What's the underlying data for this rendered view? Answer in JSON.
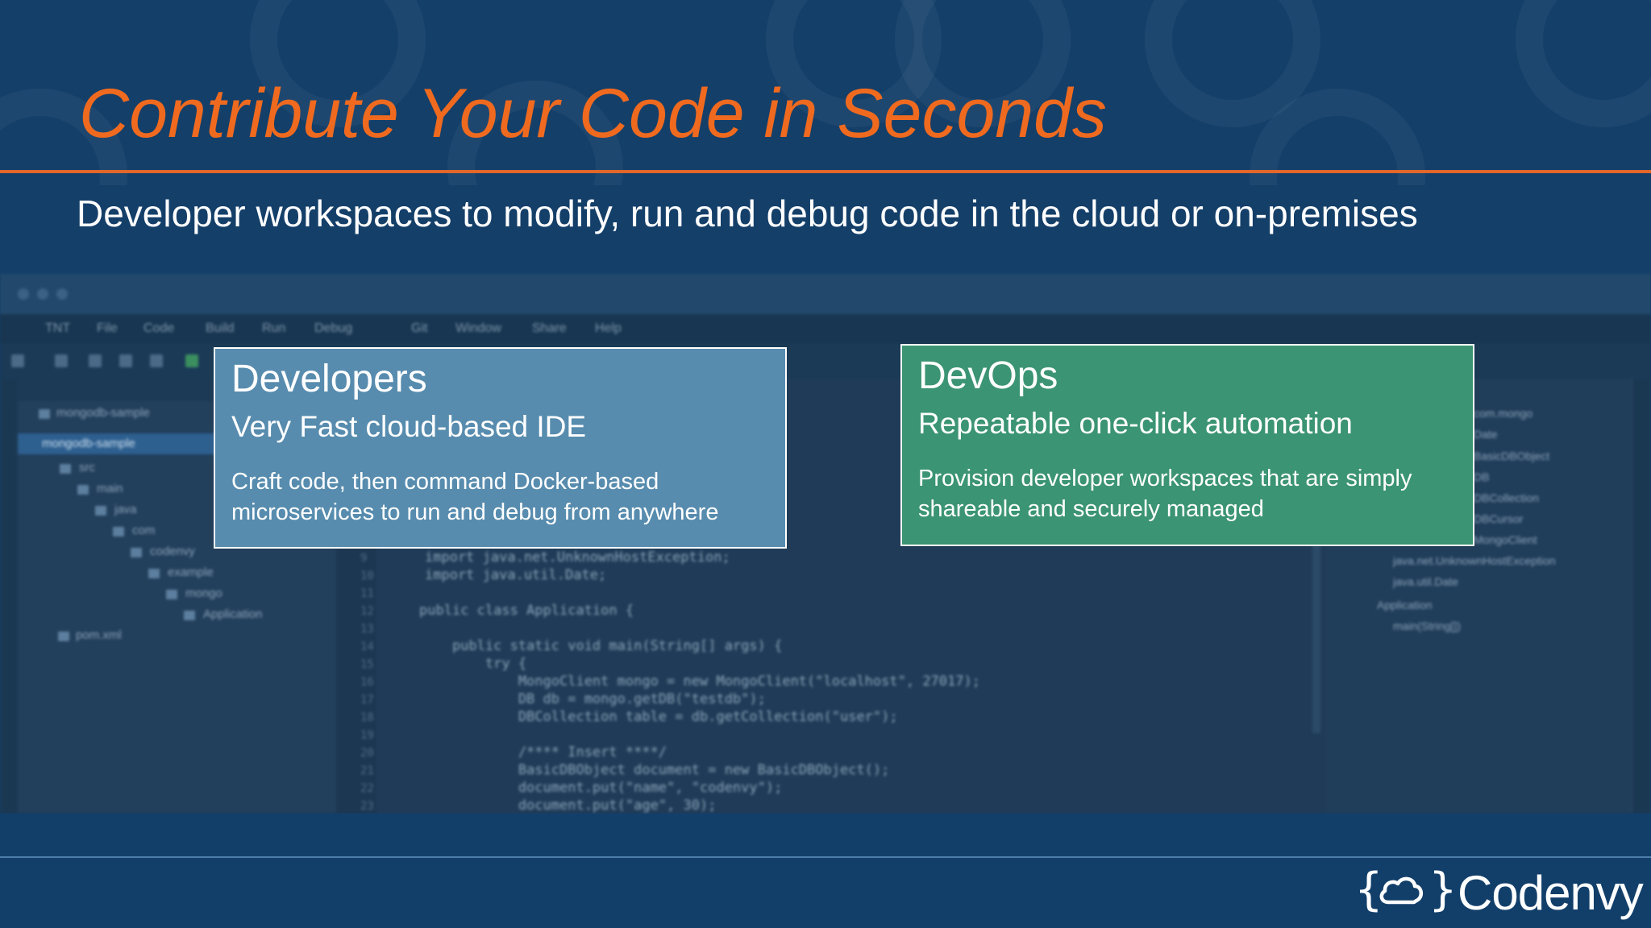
{
  "slide": {
    "title": "Contribute Your Code in Seconds",
    "subtitle": "Developer workspaces to modify, run and debug code in the cloud or on-premises"
  },
  "ide": {
    "menu": [
      "TNT",
      "File",
      "Code",
      "Build",
      "Run",
      "Debug",
      "Git",
      "Window",
      "Share",
      "Help"
    ],
    "tree": [
      "mongodb-sample",
      "mongodb-sample",
      "src",
      "main",
      "java",
      "com",
      "codenvy",
      "example",
      "mongo",
      "Application",
      "pom.xml"
    ],
    "code_lines": [
      "import java.net.UnknownHostException;",
      "import java.util.Date;",
      "public class Application {",
      "    public static void main(String[] args) {",
      "        try {",
      "            MongoClient mongo = new MongoClient(\"localhost\", 27017);",
      "            DB db = mongo.getDB(\"testdb\");",
      "            DBCollection table = db.getCollection(\"user\");",
      "            /**** Insert ****/",
      "            BasicDBObject document = new BasicDBObject();",
      "            document.put(\"name\", \"codenvy\");",
      "            document.put(\"age\", 30);"
    ],
    "outline": [
      "com.mongo",
      "Date",
      "BasicDBObject",
      "DB",
      "DBCollection",
      "DBCursor",
      "MongoClient",
      "java.net.UnknownHostException",
      "java.util.Date",
      "Application",
      "main(String[])"
    ]
  },
  "boxes": {
    "developers": {
      "title": "Developers",
      "subtitle": "Very Fast cloud-based IDE",
      "line1": "Craft code, then command Docker-based",
      "line2": "microservices to run and debug from anywhere",
      "color": "#578cae"
    },
    "devops": {
      "title": "DevOps",
      "subtitle": "Repeatable one-click automation",
      "line1": "Provision developer workspaces that are simply",
      "line2": "shareable and securely managed",
      "color": "#3b9473"
    }
  },
  "logo": {
    "brace_open": "{",
    "brace_close": "}",
    "icon": "cloud-icon",
    "text": "Codenvy"
  },
  "colors": {
    "background": "#143f69",
    "title": "#ef6a1f",
    "rule": "#e2672a"
  }
}
